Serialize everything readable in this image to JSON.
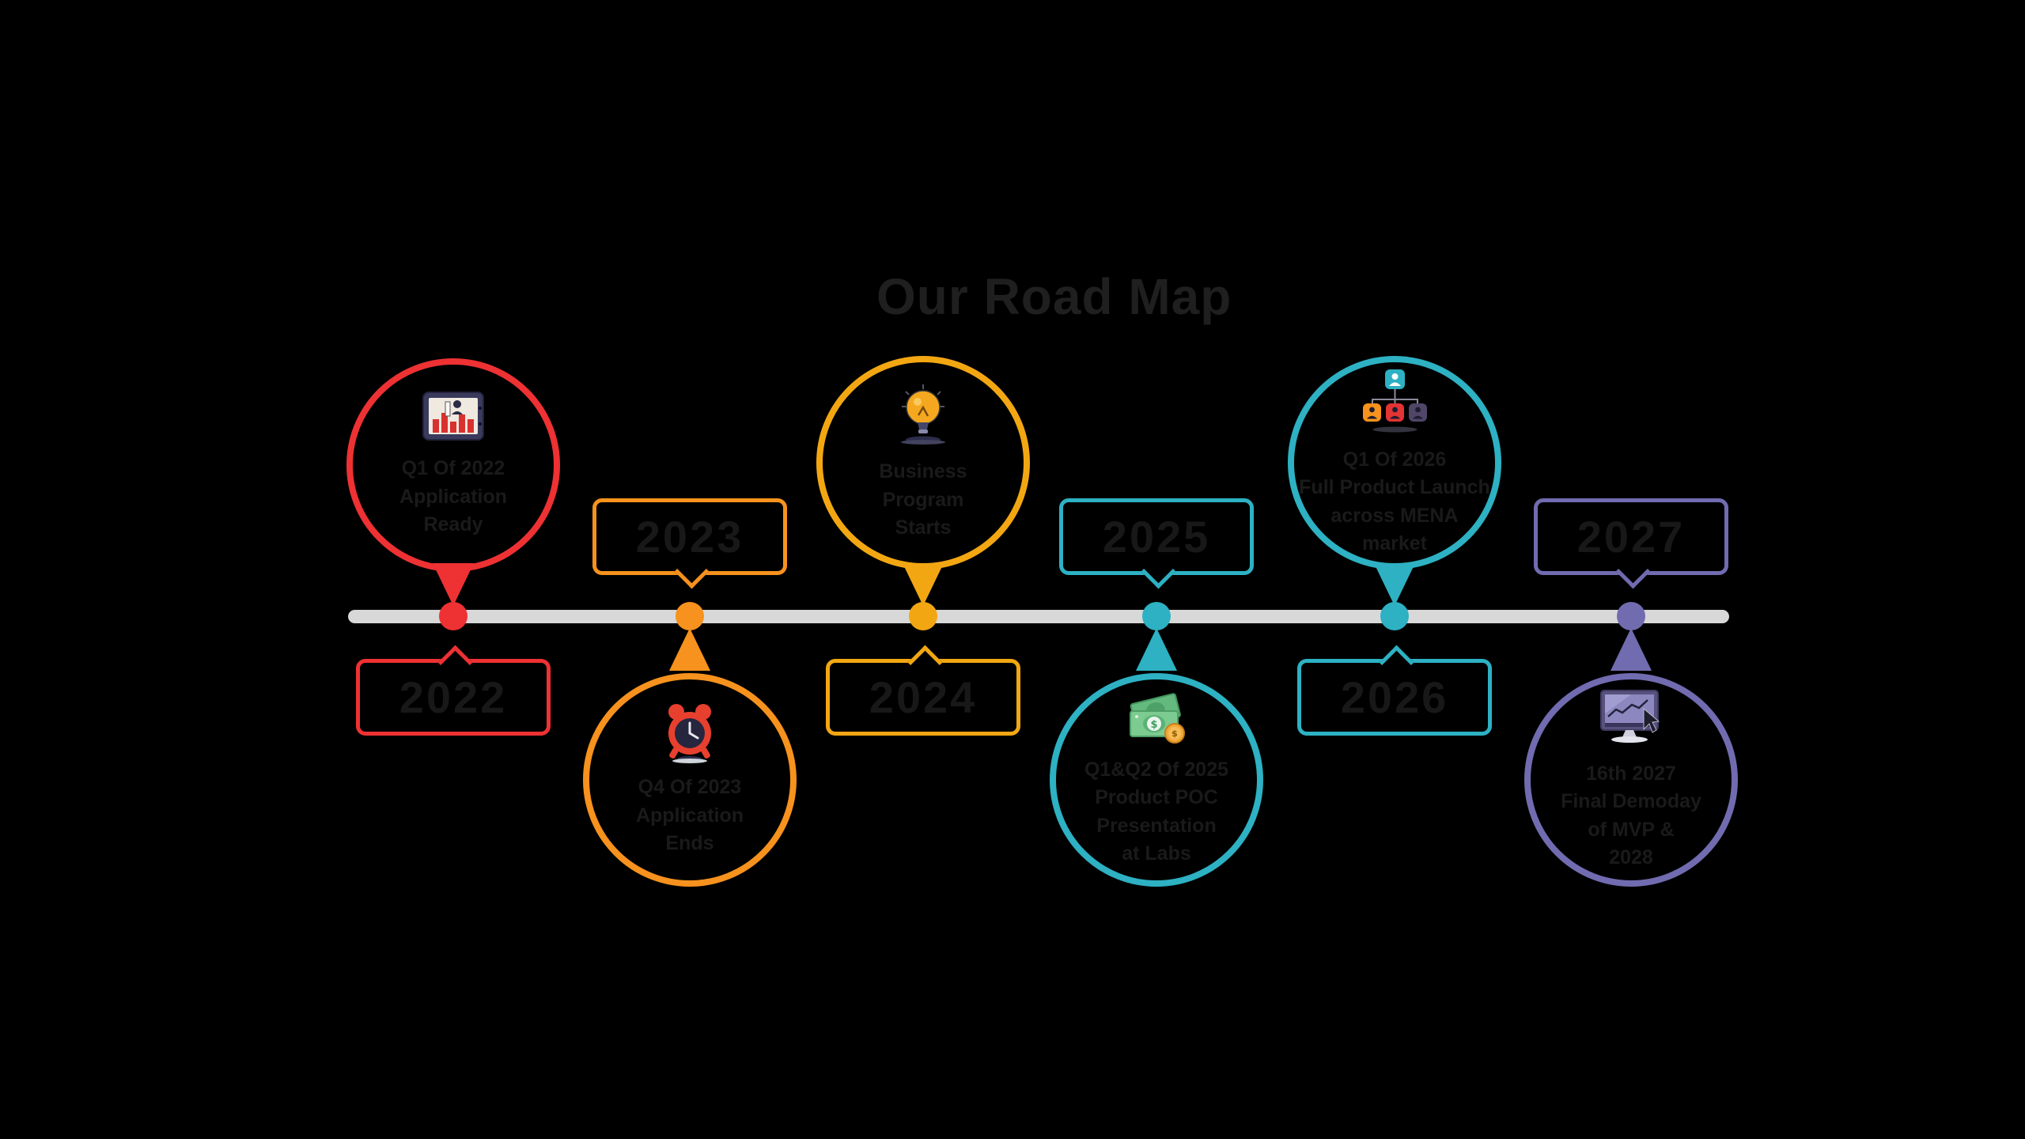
{
  "title": "Our Road Map",
  "timeline": {
    "line_color": "#d8d8d8",
    "ink_color": "#1a1a1a"
  },
  "milestones": [
    {
      "year": "2022",
      "color": "#ee3133",
      "circle_position": "above-line",
      "icon": "bar-chart-icon",
      "lines": [
        "Q1 Of 2022",
        "Application",
        "Ready"
      ]
    },
    {
      "year": "2023",
      "color": "#f6921d",
      "circle_position": "below-line",
      "icon": "alarm-clock-icon",
      "lines": [
        "Q4 Of 2023",
        "Application",
        "Ends"
      ]
    },
    {
      "year": "2024",
      "color": "#f2a712",
      "circle_position": "above-line",
      "icon": "light-bulb-icon",
      "lines": [
        "Business",
        "Program",
        "Starts"
      ]
    },
    {
      "year": "2025",
      "color": "#2db1c3",
      "circle_position": "below-line",
      "icon": "money-icon",
      "lines": [
        "Q1&Q2 Of 2025",
        "Product POC",
        "Presentation",
        "at Labs"
      ]
    },
    {
      "year": "2026",
      "color": "#2db1c3",
      "circle_position": "above-line",
      "icon": "org-chart-icon",
      "lines": [
        "Q1 Of 2026",
        "Full Product Launch",
        "across MENA",
        "market"
      ]
    },
    {
      "year": "2027",
      "color": "#716bb0",
      "circle_position": "below-line",
      "icon": "monitor-chart-icon",
      "lines": [
        "16th 2027",
        "Final Demoday",
        "of MVP &",
        "2028"
      ]
    }
  ]
}
